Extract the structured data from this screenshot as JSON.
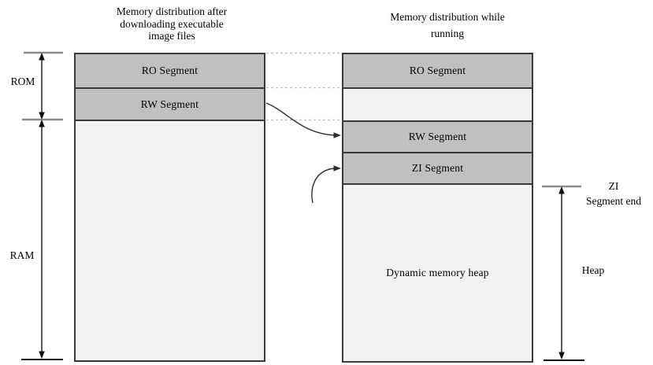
{
  "colors": {
    "dark": "#c0c0c0",
    "light": "#f2f2f2",
    "border": "#3a3a3a",
    "dashed": "#bdbdbd",
    "tickgray": "#8c8c8c"
  },
  "left_column": {
    "title": "Memory distribution after\ndownloading executable\nimage files",
    "segments": [
      {
        "label": "RO Segment"
      },
      {
        "label": "RW Segment"
      },
      {
        "label": ""
      }
    ]
  },
  "right_column": {
    "title": "Memory distribution while\nrunning",
    "segments": [
      {
        "label": "RO Segment"
      },
      {
        "label": ""
      },
      {
        "label": "RW Segment"
      },
      {
        "label": "ZI Segment"
      },
      {
        "label": "Dynamic memory heap"
      }
    ]
  },
  "annotations": {
    "rom": "ROM",
    "ram": "RAM",
    "zi_segment_end": "ZI\nSegment end",
    "heap": "Heap"
  }
}
